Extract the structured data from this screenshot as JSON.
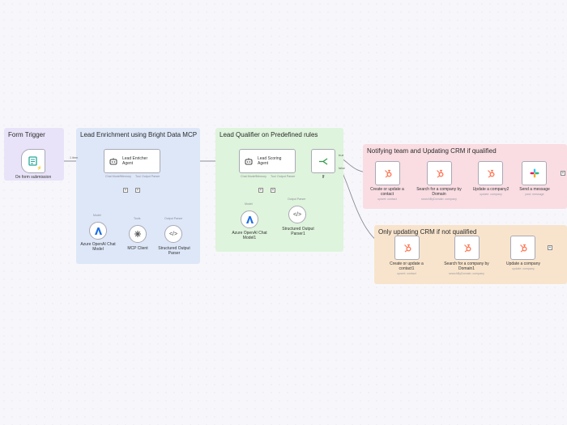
{
  "groups": {
    "form_trigger": "Form Trigger",
    "enrichment": "Lead Enrichment using Bright Data MCP",
    "qualifier": "Lead Qualifier on Predefined rules",
    "qualified": "Notifying team and Updating CRM if qualified",
    "not_qualified": "Only updating CRM if not qualified"
  },
  "nodes": {
    "form_trigger": {
      "label": "On form submission"
    },
    "edge_label": "1 item",
    "enricher": {
      "label_line1": "Lead Enricher",
      "label_line2": "Agent",
      "ports": [
        "Chat Model*",
        "Memory",
        "Tool",
        "Output Parser"
      ]
    },
    "azure1": {
      "label": "Azure OpenAI Chat Model",
      "port": "Model"
    },
    "mcp": {
      "label": "MCP Client",
      "port": "Tools"
    },
    "parser1": {
      "label": "Structured Output Parser",
      "port": "Output Parser"
    },
    "scoring": {
      "label_line1": "Lead Scoring",
      "label_line2": "Agent",
      "ports": [
        "Chat Model*",
        "Memory",
        "Tool",
        "Output Parser"
      ]
    },
    "azure2": {
      "label": "Azure OpenAI Chat Model1",
      "port": "Model"
    },
    "parser2": {
      "label": "Structured Output Parser1",
      "port": "Output Parser"
    },
    "if": {
      "label": "If",
      "true_label": "true",
      "false_label": "false"
    },
    "q_contact": {
      "label": "Create or update a contact",
      "sub": "upsert: contact"
    },
    "q_search": {
      "label": "Search for a company by Domain",
      "sub": "searchByDomain: company"
    },
    "q_update": {
      "label": "Update a company2",
      "sub": "update: company"
    },
    "q_slack": {
      "label": "Send a message",
      "sub": "post: message"
    },
    "n_contact": {
      "label": "Create or update a contact1",
      "sub": "upsert: contact"
    },
    "n_search": {
      "label": "Search for a company by Domain1",
      "sub": "searchByDomain: company"
    },
    "n_update": {
      "label": "Update a company",
      "sub": "update: company"
    }
  },
  "colors": {
    "form_group": "#e8e3f8",
    "enrichment_group": "#dde7f8",
    "qualifier_group": "#def4dc",
    "qualified_group": "#f9dde3",
    "not_qualified_group": "#f8e4cc",
    "hubspot": "#ff7a59",
    "azure": "#1f6fe5",
    "trigger": "#27a69a",
    "if_icon": "#2f9a46",
    "edge": "#8c8c99"
  }
}
